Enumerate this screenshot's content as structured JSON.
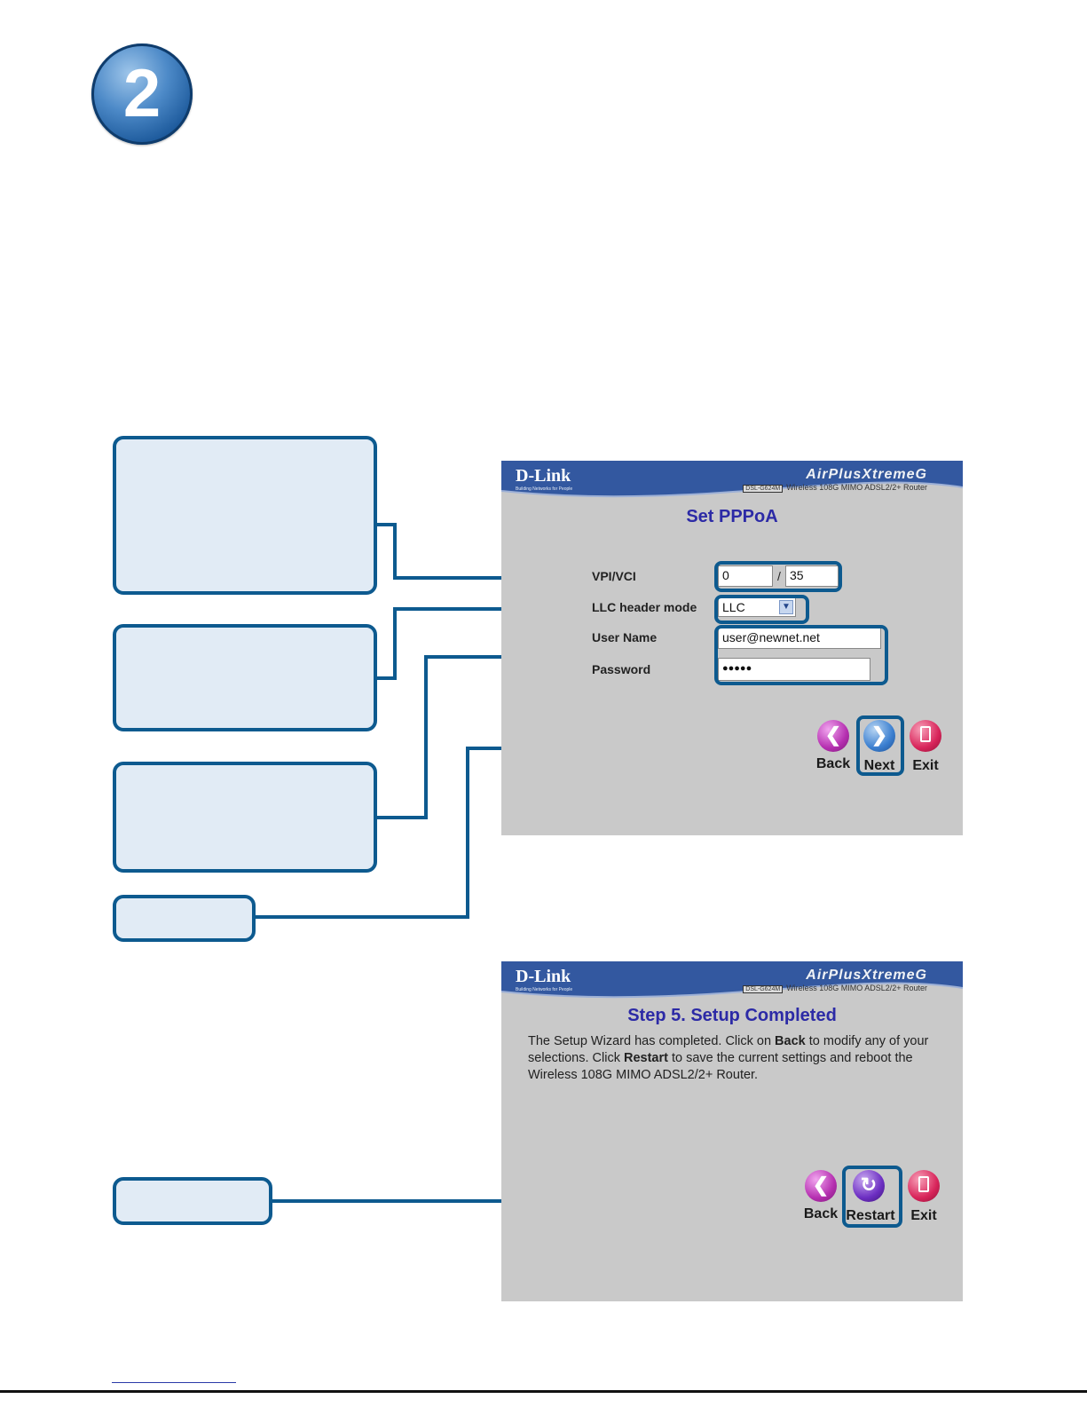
{
  "step_number": "2",
  "panel1": {
    "brand": "D-Link",
    "tagline": "Building Networks for People",
    "product_logo": "AirPlusXtremeG",
    "model_badge": "DSL-G624M",
    "model_text": "Wireless 108G MIMO ADSL2/2+ Router",
    "title": "Set PPPoA",
    "fields": {
      "vpi_vci_label": "VPI/VCI",
      "vpi_value": "0",
      "separator": "/",
      "vci_value": "35",
      "llc_label": "LLC header mode",
      "llc_value": "LLC",
      "username_label": "User Name",
      "username_value": "user@newnet.net",
      "password_label": "Password",
      "password_value": "●●●●●"
    },
    "buttons": {
      "back": "Back",
      "next": "Next",
      "exit": "Exit"
    }
  },
  "panel2": {
    "brand": "D-Link",
    "tagline": "Building Networks for People",
    "product_logo": "AirPlusXtremeG",
    "model_badge": "DSL-G624M",
    "model_text": "Wireless 108G MIMO ADSL2/2+ Router",
    "title": "Step 5. Setup Completed",
    "desc_1": "The Setup Wizard has completed. Click on ",
    "desc_back": "Back",
    "desc_2": " to modify any of your selections. Click ",
    "desc_restart": "Restart",
    "desc_3": " to save the current settings and reboot the Wireless 108G MIMO ADSL2/2+ Router.",
    "buttons": {
      "back": "Back",
      "restart": "Restart",
      "exit": "Exit"
    }
  },
  "icons": {
    "back": "arrow-left-icon",
    "next": "arrow-right-icon",
    "restart": "restart-icon",
    "exit": "door-icon"
  },
  "colors": {
    "callout_border": "#0d5a8f",
    "callout_fill": "#e1ebf5",
    "panel_bg": "#c9c9c9",
    "header_blue": "#3358a0",
    "title_color": "#2c2aa6"
  }
}
